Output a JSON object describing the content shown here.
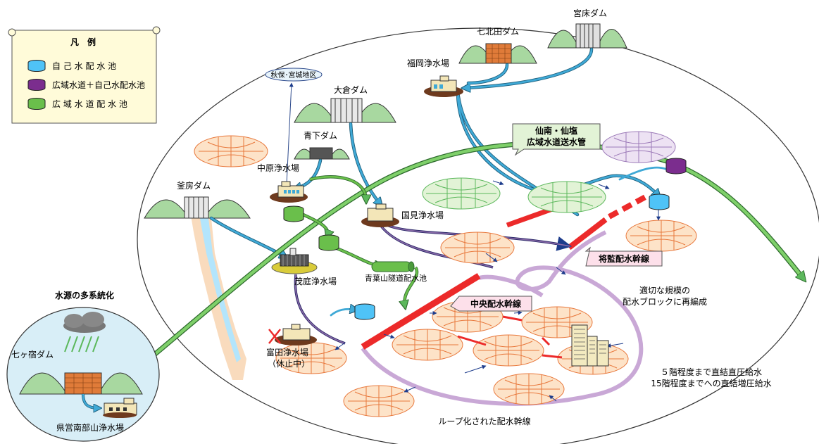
{
  "legend": {
    "title": "凡　例",
    "items": [
      {
        "label": "自 己 水 配 水 池",
        "color": "#4fc3f7"
      },
      {
        "label": "広域水道＋自己水配水池",
        "color": "#7b2d8e"
      },
      {
        "label": "広 域 水 道 配 水 池",
        "color": "#6abf4b"
      }
    ]
  },
  "labels": {
    "miyatoko_dam": "宮床ダム",
    "nanakita_dam": "七北田ダム",
    "fukuoka_plant": "福岡浄水場",
    "akiho_area": "秋保･宮城地区",
    "okura_dam": "大倉ダム",
    "aoshita_dam": "青下ダム",
    "nakahara_plant": "中原浄水場",
    "kamafusa_dam": "釜房ダム",
    "kunimi_plant": "国見浄水場",
    "mogiba_plant": "茂庭浄水場",
    "aobayama_tank": "青葉山隧道配水池",
    "tomita_plant": "富田浄水場",
    "tomita_status": "（休止中）",
    "pipeline_line1": "仙南・仙塩",
    "pipeline_line2": "広域水道送水管",
    "shogen_main": "将監配水幹線",
    "chuo_main": "中央配水幹線",
    "reorg_line1": "適切な規模の",
    "reorg_line2": "配水ブロックに再編成",
    "supply_line1": "５階程度まで直結直圧給水",
    "supply_line2": "15階程度までへの直結増圧給水",
    "loop_main": "ループ化された配水幹線",
    "diversify_title": "水源の多系統化",
    "shichikashuku_dam": "七ヶ宿ダム",
    "nanbu_plant": "県営南部山浄水場"
  },
  "colors": {
    "self_water_pipe": "#3fa9d6",
    "regional_pipe": "#5cb85c",
    "distribution_main": "#ec2a2a",
    "loop_main": "#c9a8d6",
    "block_fill": "#fde3c8",
    "block_line": "#e8783c"
  }
}
